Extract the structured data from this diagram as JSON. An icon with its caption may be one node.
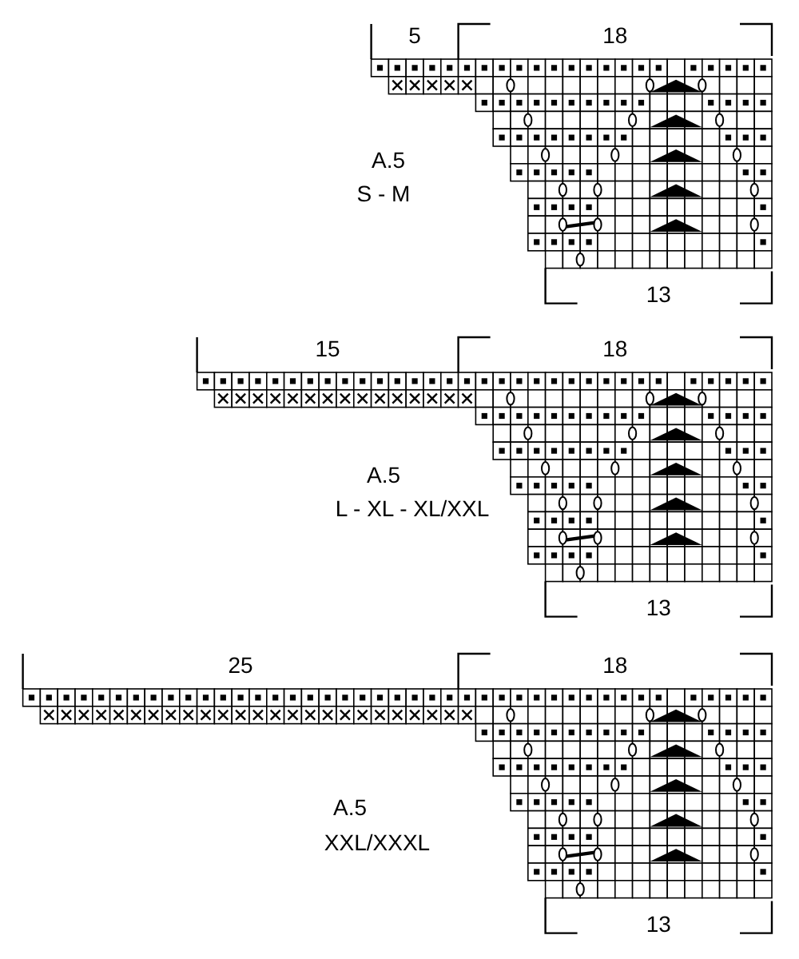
{
  "diagram": {
    "labels": [
      "5",
      "18",
      "A.5",
      "S - M",
      "13",
      "15",
      "18",
      "A.5",
      "L - XL - XL/XXL",
      "13",
      "25",
      "18",
      "A.5",
      "XXL/XXXL",
      "13"
    ]
  }
}
